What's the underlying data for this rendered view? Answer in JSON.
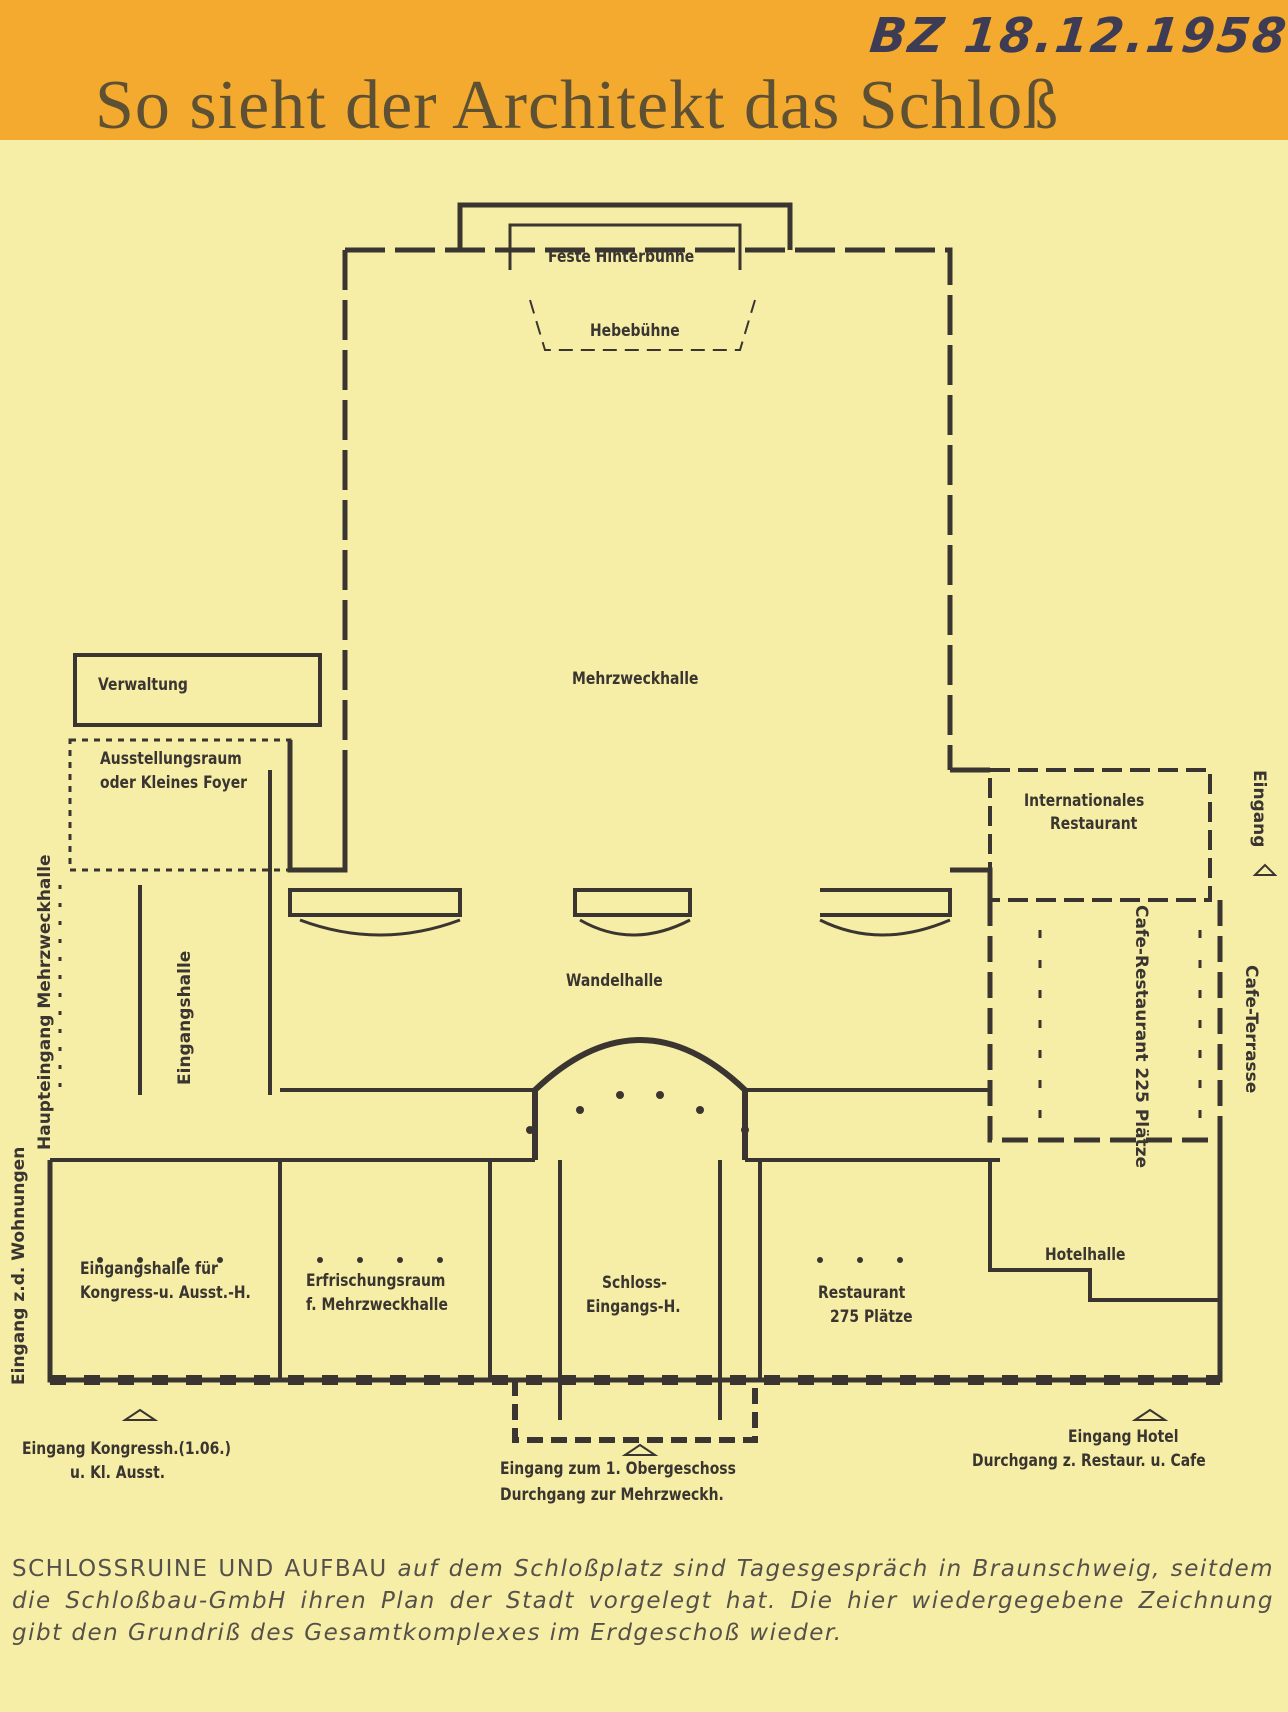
{
  "header": {
    "date_stamp": "BZ 18.12.1958",
    "title": "So sieht der Architekt das Schloß"
  },
  "plan": {
    "labels": {
      "feste_hinterbuehne": "Feste Hinterbühne",
      "hebebuehne": "Hebebühne",
      "mehrzweckhalle": "Mehrzweckhalle",
      "verwaltung": "Verwaltung",
      "ausstellungsraum_1": "Ausstellungsraum",
      "ausstellungsraum_2": "oder Kleines Foyer",
      "internationales_1": "Internationales",
      "internationales_2": "Restaurant",
      "eingang_right": "Eingang",
      "wandelhalle": "Wandelhalle",
      "haupteingang": "Haupteingang Mehrzweckhalle",
      "eingangshalle": "Eingangshalle",
      "cafe_restaurant": "Cafe-Restaurant 225 Plätze",
      "cafe_terrasse": "Cafe-Terrasse",
      "eingang_wohnungen": "Eingang z.d. Wohnungen",
      "eingangshalle_kongress_1": "Eingangshalle für",
      "eingangshalle_kongress_2": "Kongress-u. Ausst.-H.",
      "erfrischungsraum_1": "Erfrischungsraum",
      "erfrischungsraum_2": "f. Mehrzweckhalle",
      "schloss_eingang_1": "Schloss-",
      "schloss_eingang_2": "Eingangs-H.",
      "restaurant_1": "Restaurant",
      "restaurant_2": "275 Plätze",
      "hotelhalle": "Hotelhalle",
      "eingang_kongress_1": "Eingang Kongressh.(1.06.)",
      "eingang_kongress_2": "u. Kl. Ausst.",
      "eingang_og_1": "Eingang zum 1. Obergeschoss",
      "eingang_og_2": "Durchgang zur Mehrzweckh.",
      "eingang_hotel_1": "Eingang Hotel",
      "eingang_hotel_2": "Durchgang z. Restaur. u. Cafe"
    }
  },
  "caption": {
    "lead": "SCHLOSSRUINE UND AUFBAU",
    "text": " auf dem Schloßplatz sind Tagesgespräch in Braunschweig, seitdem die Schloßbau-GmbH ihren Plan der Stadt vorgelegt hat. Die hier wiedergegebene Zeichnung gibt den Grundriß des Gesamtkomplexes im Erdgeschoß wieder."
  },
  "colors": {
    "header": "#f3aa2e",
    "paper": "#f6eea6",
    "ink": "#3a3530"
  }
}
